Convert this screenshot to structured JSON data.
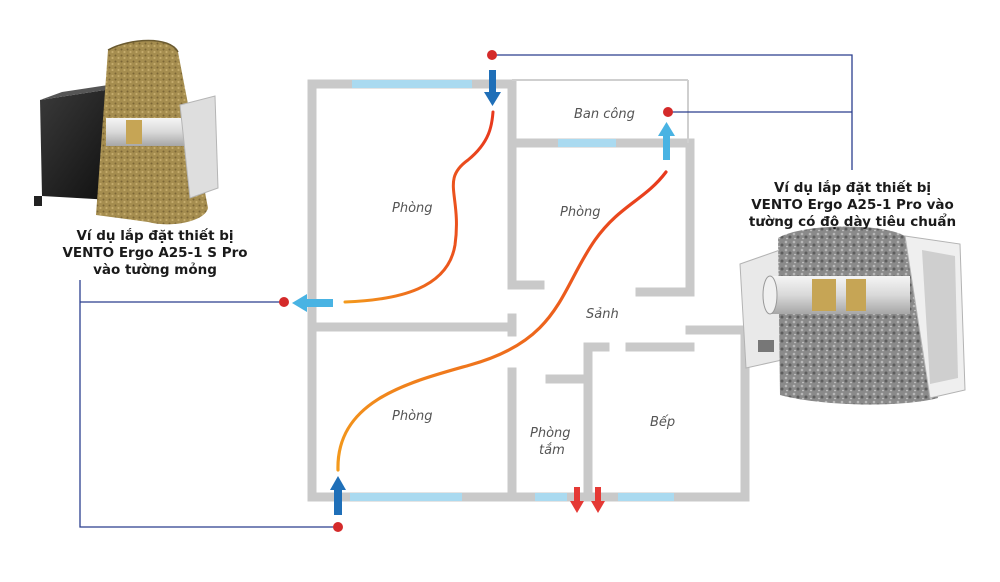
{
  "rooms": {
    "room1": "Phòng",
    "room2": "Phòng",
    "room3": "Phòng",
    "balcony": "Ban công",
    "hall": "Sảnh",
    "bathroom_line1": "Phòng",
    "bathroom_line2": "tắm",
    "kitchen": "Bếp"
  },
  "captions": {
    "left": [
      "Ví dụ lắp đặt thiết bị",
      "VENTO Ergo A25-1 S Pro",
      "vào tường mỏng"
    ],
    "right": [
      "Ví dụ lắp đặt thiết bị",
      "VENTO Ergo A25-1 Pro vào",
      "tường có độ dày tiêu chuẩn"
    ]
  },
  "colors": {
    "wall": "#c9c9c9",
    "window": "#aadaf0",
    "leader_line": "#2b3f8e",
    "marker": "#d42a2a",
    "arrow_supply": "#1f6fb8",
    "arrow_exhaust": "#49b3e3",
    "arrow_extract": "#e53935",
    "airflow_start": "#f39a1c",
    "airflow_end": "#e8391d"
  },
  "icons": {
    "device_left": "ventilator-thin-wall-cutaway",
    "device_right": "ventilator-standard-wall-cutaway"
  }
}
